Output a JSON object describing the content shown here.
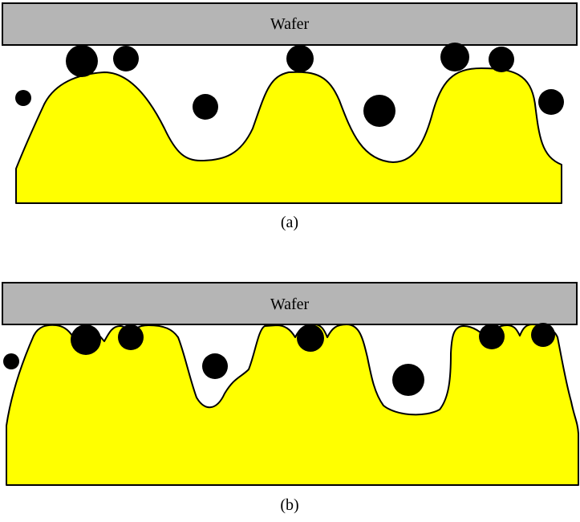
{
  "panels": [
    {
      "id": "a",
      "wafer_label": "Wafer",
      "caption": "(a)"
    },
    {
      "id": "b",
      "wafer_label": "Wafer",
      "caption": "(b)"
    }
  ],
  "colors": {
    "pad": "#ffff00",
    "wafer": "#b5b5b5",
    "particle": "#000000",
    "outline": "#000000"
  }
}
